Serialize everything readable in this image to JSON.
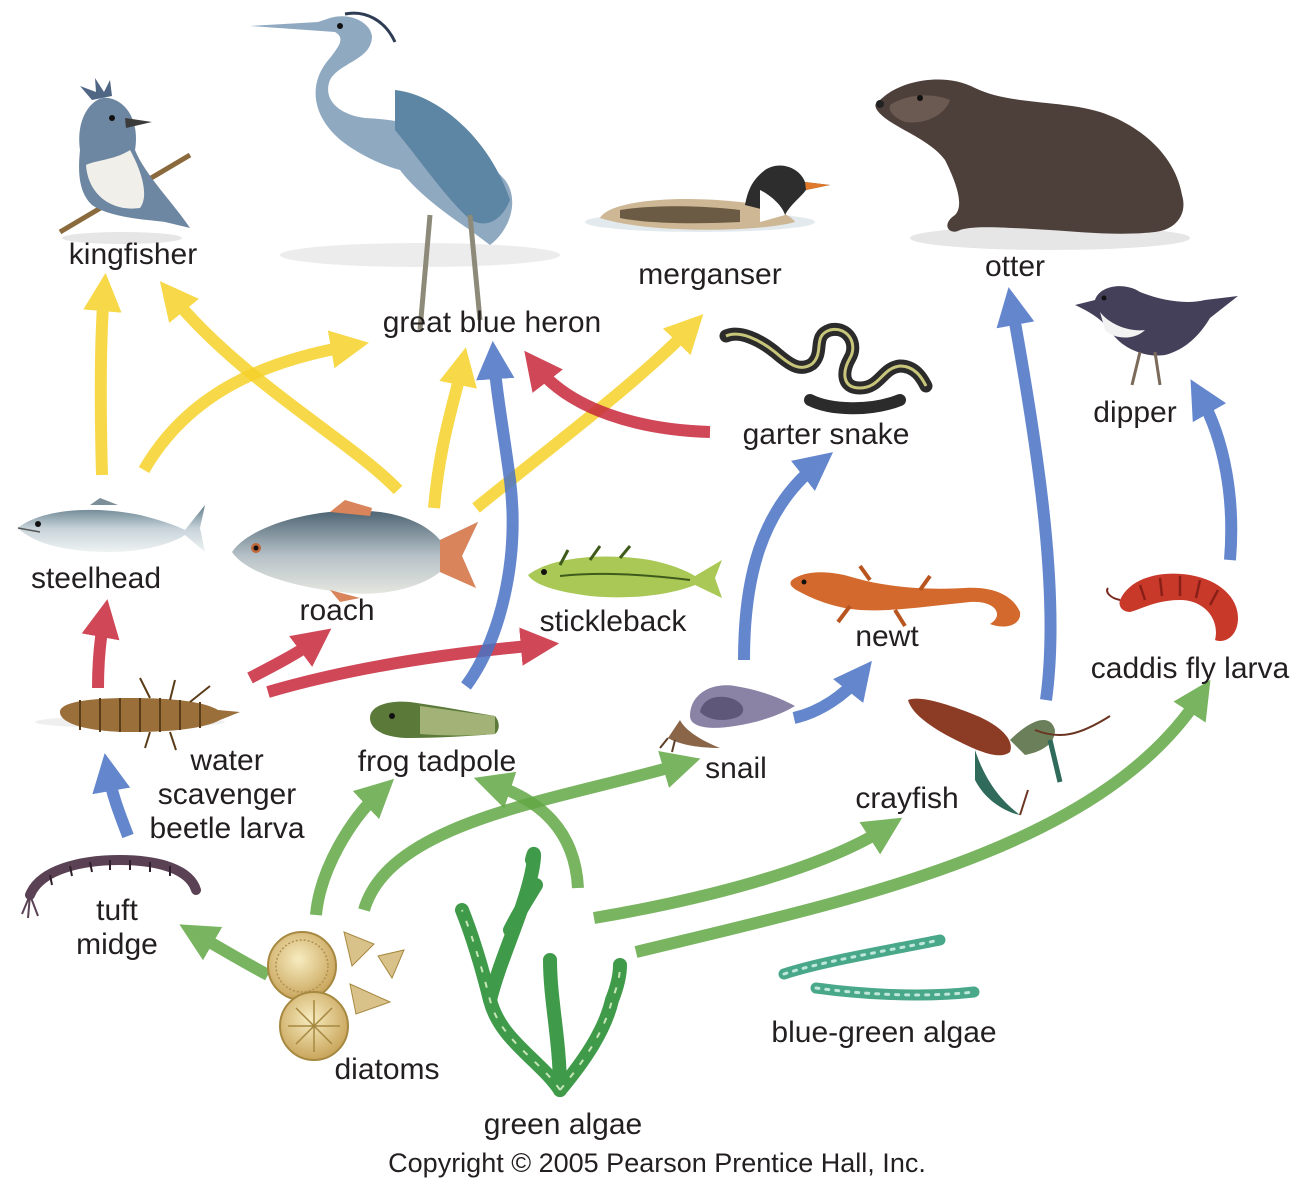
{
  "colors": {
    "yellow_arrow": "#f6d22a",
    "blue_arrow": "#4a72c4",
    "red_arrow": "#c8283c",
    "green_arrow": "#62a845",
    "label_text": "#231f20"
  },
  "organisms": {
    "kingfisher": "kingfisher",
    "great_blue_heron": "great blue heron",
    "merganser": "merganser",
    "otter": "otter",
    "dipper": "dipper",
    "garter_snake": "garter snake",
    "steelhead": "steelhead",
    "roach": "roach",
    "stickleback": "stickleback",
    "newt": "newt",
    "caddis_fly_larva": "caddis fly larva",
    "water_scavenger_beetle_larva": [
      "water",
      "scavenger",
      "beetle larva"
    ],
    "frog_tadpole": "frog tadpole",
    "snail": "snail",
    "crayfish": "crayfish",
    "tuft_midge": [
      "tuft",
      "midge"
    ],
    "diatoms": "diatoms",
    "green_algae": "green algae",
    "blue_green_algae": "blue-green algae"
  },
  "icons": {
    "kingfisher": "kingfisher-icon",
    "heron": "heron-icon",
    "merganser": "merganser-icon",
    "otter": "otter-icon",
    "dipper": "dipper-icon",
    "snake": "garter-snake-icon",
    "steelhead": "steelhead-icon",
    "roach": "roach-icon",
    "stickleback": "stickleback-icon",
    "newt": "newt-icon",
    "caddis": "caddis-fly-larva-icon",
    "beetle": "beetle-larva-icon",
    "tadpole": "tadpole-icon",
    "snail": "snail-icon",
    "crayfish": "crayfish-icon",
    "midge": "tuft-midge-icon",
    "diatoms": "diatoms-icon",
    "green_algae": "green-algae-icon",
    "blue_green_algae": "blue-green-algae-icon"
  },
  "copyright": "Copyright © 2005 Pearson Prentice Hall, Inc."
}
